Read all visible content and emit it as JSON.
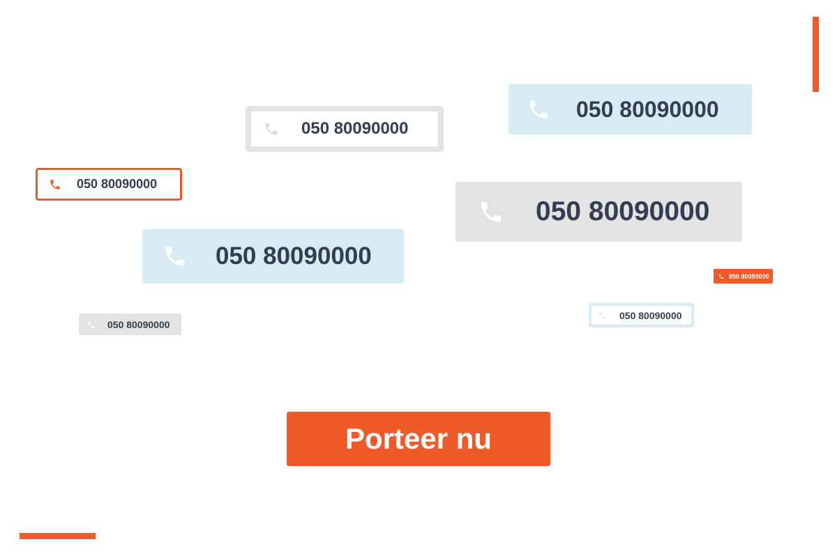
{
  "colors": {
    "accent": "#f05a28",
    "text": "#333e52",
    "light_blue": "#d6ecf2",
    "light_gray": "#e3e3e3",
    "white": "#ffffff"
  },
  "phone_badges": [
    {
      "style": "gray-outline",
      "icon": "phone-icon",
      "number": "050 80090000"
    },
    {
      "style": "blue-filled",
      "icon": "phone-icon",
      "number": "050 80090000"
    },
    {
      "style": "orange-outline",
      "icon": "phone-icon",
      "number": "050 80090000"
    },
    {
      "style": "gray-filled",
      "icon": "phone-icon",
      "number": "050 80090000"
    },
    {
      "style": "blue-filled",
      "icon": "phone-icon",
      "number": "050 80090000"
    },
    {
      "style": "orange-filled",
      "icon": "phone-icon",
      "number": "050 80090000"
    },
    {
      "style": "blue-outline",
      "icon": "phone-icon",
      "number": "050 80090000"
    },
    {
      "style": "gray-filled",
      "icon": "phone-icon",
      "number": "050 80090000"
    }
  ],
  "cta": {
    "label": "Porteer nu"
  }
}
